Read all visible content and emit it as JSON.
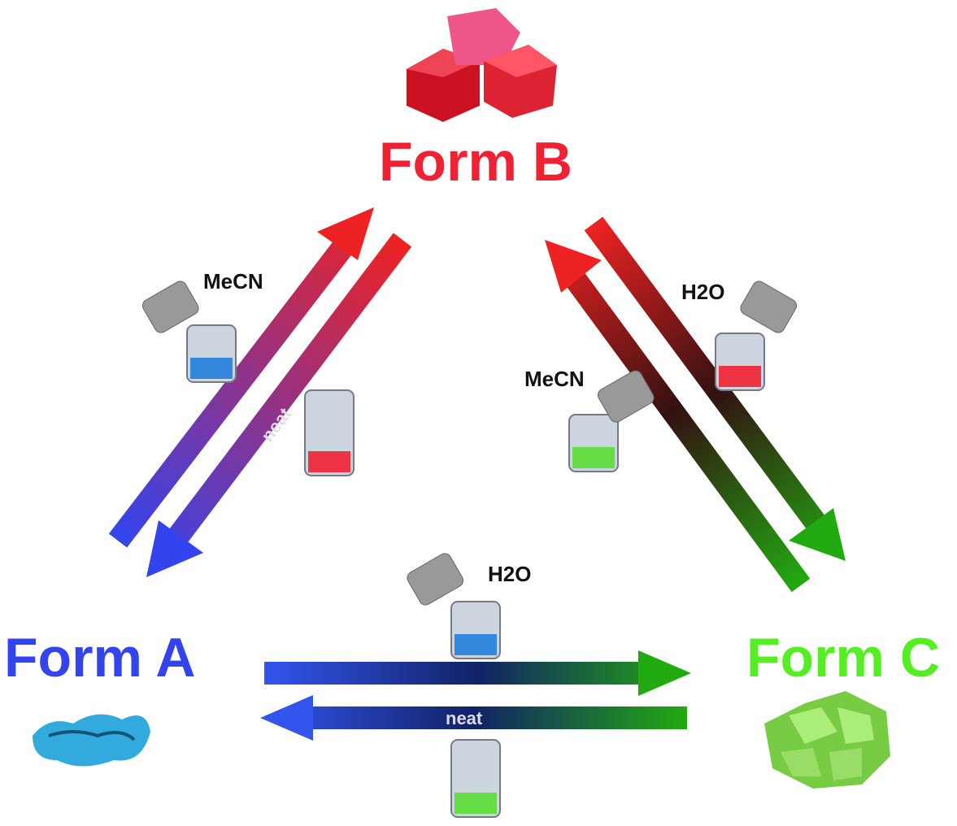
{
  "forms": {
    "a": {
      "label": "Form A",
      "color": "#3344ee"
    },
    "b": {
      "label": "Form B",
      "color": "#ee2233"
    },
    "c": {
      "label": "Form C",
      "color": "#55ee22"
    }
  },
  "solvents": {
    "ab": "MeCN",
    "bc": "H2O",
    "cb": "MeCN",
    "ac": "H2O"
  },
  "conditions": {
    "ba": "neat",
    "ca": "neat"
  }
}
